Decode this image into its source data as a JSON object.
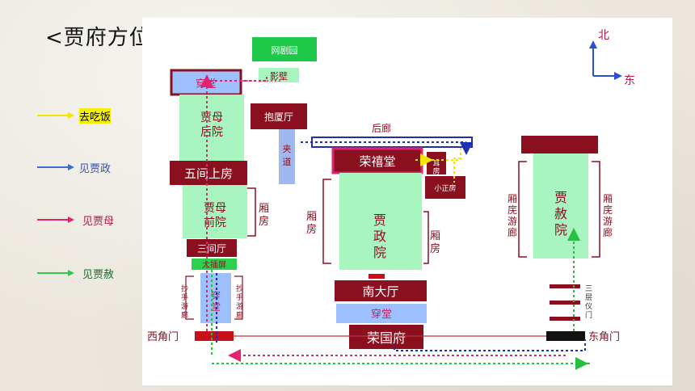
{
  "title": "<贾府方位及行踪>",
  "legend": [
    {
      "label": "去吃饭",
      "color": "#f2e600",
      "highlight": true
    },
    {
      "label": "见贾政",
      "color": "#3a6fc9",
      "highlight": false
    },
    {
      "label": "见贾母",
      "color": "#e0246f",
      "highlight": false
    },
    {
      "label": "见贾赦",
      "color": "#2fc84a",
      "highlight": false
    }
  ],
  "compass": {
    "north": "北",
    "east": "东"
  },
  "buildings": {
    "xiju": "网剧园",
    "yingbi": "影壁",
    "chuantang_top": "穿堂",
    "baoxiating": "抱厦厅",
    "jiadao": "夹道",
    "jiamu_houyuan": "贾母后院",
    "wujian_shangfang": "五间上房",
    "jiamu_qianyuan": "贾母前院",
    "xiangfang_left": "厢房",
    "sanjian_ting": "三间厅",
    "dachaping": "大插屏",
    "shoushou_youlang_l": "抄手游廊",
    "chuantang_mid": "穿堂",
    "shoushou_youlang_r": "抄手游廊",
    "xijiaomen": "西角门",
    "houlang": "后廊",
    "rongxitang": "荣禧堂",
    "erfang": "耳房",
    "xiaozhengfang": "小正房",
    "xiangfang_c1": "厢房",
    "jiazheng_yuan": "贾政院",
    "xiangfang_c2": "厢房",
    "nandating": "南大厅",
    "chuantang_bottom": "穿堂",
    "rongguofu": "荣国府",
    "xiangfang_youlang_l": "厢庑游廊",
    "jiashe_yuan": "贾赦院",
    "xiangfang_youlang_r": "厢庑游廊",
    "sanceng_yimen": "三层仪门",
    "dongjiaomen": "东角门"
  }
}
